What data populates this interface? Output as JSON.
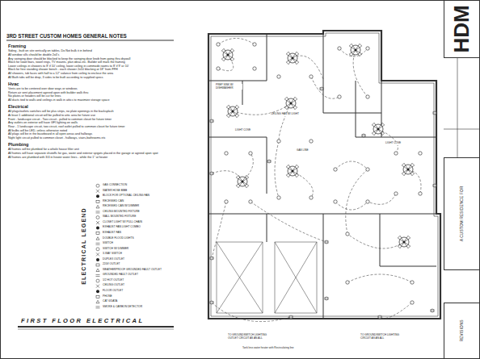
{
  "diagram": {
    "title": "3RD STREET CUSTOM HOMES GENERAL NOTES",
    "caption": "FIRST FLOOR ELECTRICAL",
    "nodes": [
      {
        "text": [
          "HDM"
        ]
      },
      {
        "text": [
          "A CUSTOM RESIDENCE FOR"
        ]
      },
      {
        "text": [
          "REVISIONS"
        ]
      }
    ],
    "labels": [
      "Framing",
      "Siding - built on site vertically on tables. Do Not bulk it in behind",
      "All window sills should be double 2x4's",
      "Any swinging door should be blocked to keep the swinging door knob from going thru drywall",
      "Block for towel bars, towel rings, TV mounts, plan ideas etc. Builder will mark the framing",
      "Lower ceilings in showers to 8' if 10' ceiling, lower ceiling in commode rooms to 8' if 9' or 10'",
      "Block for free standing shower bench - each shower 2x10 blocking at 18\" from FFH",
      "All showers, tub faces with half to a 12\" valance from ceiling to enclose the area",
      "All Bath tubs will be drop, 3 sides to be built according to supplied specs",
      "Hvac",
      "Vents are to be centered over door ways or windows",
      "Return air vent placement agreed upon with builder walk thru",
      "No plates or headers will be cut for lines",
      "All ducts tied to walls and ceilings in walk in attics to maximize storage space",
      "Electrical",
      "All plugs/outlets switches will be plus strips, no plate openings in the backsplash",
      "At least 1 additional circuit will be pulled to attic area for future use",
      "Front - landscape circuit - Two circuit - pulled to common closet for future timer",
      "Any outlets on exterior will have GFI lighting on walls",
      "Rear - 1 landscape circuit, two circuit, roof outlet pulled to common closet for future timer",
      "All bulbs will be LED, unless otherwise noted",
      "All plugs will be in the baseboard in all open areas and hallways",
      "Night light circuit pulled to common closet - hallways, stairs,bathrooms etc",
      "Plumbing",
      "All homes will be plumbed for a whole house filter unit",
      "All homes will have separate shutoffs for gas, water and exterior spigots placed in the garage or agreed upon spot",
      "All homes are plumbed with 3/4 in heater water lines - while the 1\" at heater",
      "Tank less water heater with Recirculating line",
      "ELECTRICAL LEGEND",
      "PREP SINK W/ DISHWASHER",
      "LIGHT COVE",
      "CEILING FAN W/ LIGHT",
      "GAS LINE",
      "LIGHT COVE",
      "TO GROUNDSWITCH LIGHTING OUTLET CIRCUIT AS AN ALL",
      "TO GROUNDSWITCH LIGHTING CIRCUIT AS AN ALL"
    ],
    "legend": [
      {
        "text": "GAS CONNECTION"
      },
      {
        "text": "WATER HOSE BIBB"
      },
      {
        "text": "BLOCK FOR OPTIONAL CEILING FAN"
      },
      {
        "text": "RECESSED CAN"
      },
      {
        "text": "RECESSED CAN W/ DIMMER"
      },
      {
        "text": "CEILING MOUNTED FIXTURE"
      },
      {
        "text": "WALL MOUNTED FIXTURE"
      },
      {
        "text": "CLOSET LIGHT W/ PULL CHAIN"
      },
      {
        "text": "EXHAUST FAN LIGHT COMBO"
      },
      {
        "text": "EXHAUST FAN"
      },
      {
        "text": "DOUBLE FLOOD LIGHTS"
      },
      {
        "text": "SWITCH"
      },
      {
        "text": "SWITCH W/ DIMMER"
      },
      {
        "text": "3-WAY SWITCH"
      },
      {
        "text": "DUPLEX OUTLET"
      },
      {
        "text": "220V OUTLET"
      },
      {
        "text": "WEATHERPROOF GROUNDED FAULT OUTLET"
      },
      {
        "text": "GROUNDED FAULT OUTLET"
      },
      {
        "text": "1/2 HOT OUTLET"
      },
      {
        "text": "CEILING OUTLET"
      },
      {
        "text": "FLOOR OUTLET"
      },
      {
        "text": "PHONE"
      },
      {
        "text": "CAT 6/DATA"
      },
      {
        "text": "SMOKE & CARBON DETECTOR"
      }
    ]
  }
}
